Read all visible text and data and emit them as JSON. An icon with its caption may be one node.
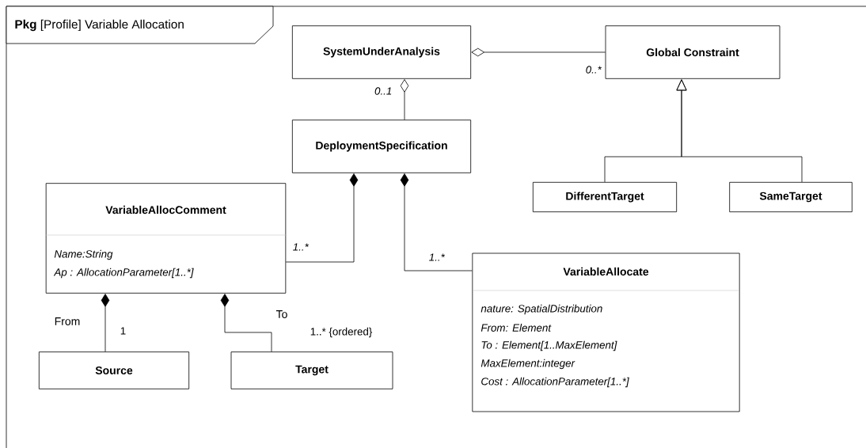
{
  "diagram": {
    "title": "**Pkg** [Profile] Variable Allocation",
    "nodes": [
      {
        "text": [
          "SystemUnderAnalysis"
        ]
      },
      {
        "text": [
          "Global Constraint"
        ]
      },
      {
        "text": [
          "DeploymentSpecification"
        ]
      },
      {
        "text": [
          "VariableAllocComment",
          "Name:String",
          "Ap : AllocationParameter[1..*]"
        ]
      },
      {
        "text": [
          "DifferentTarget"
        ]
      },
      {
        "text": [
          "SameTarget"
        ]
      },
      {
        "text": [
          "VariableAllocate",
          "nature: SpatialDistribution",
          "From: Element",
          "To : Element[1..MaxElement]",
          "MaxElement:integer",
          "Cost : AllocationParameter[1..*]"
        ]
      },
      {
        "text": [
          "Source"
        ]
      },
      {
        "text": [
          "Target"
        ]
      }
    ],
    "edges": [
      {
        "from": 0,
        "to": 1,
        "arrow": "other",
        "label": "0..*"
      },
      {
        "from": 0,
        "to": 2,
        "arrow": "other",
        "label": "0..1"
      },
      {
        "from": 2,
        "to": 3,
        "arrow": "other",
        "label": "1..*"
      },
      {
        "from": 2,
        "to": 6,
        "arrow": "other",
        "label": "1..*"
      },
      {
        "from": 3,
        "to": 7,
        "arrow": "other",
        "label": "1"
      },
      {
        "from": 3,
        "to": 8,
        "arrow": "other",
        "label": "1..* {ordered}"
      },
      {
        "from": 4,
        "to": 1,
        "arrow": "to"
      },
      {
        "from": 5,
        "to": 1,
        "arrow": "to"
      }
    ],
    "labels": [
      "From",
      "To"
    ]
  }
}
